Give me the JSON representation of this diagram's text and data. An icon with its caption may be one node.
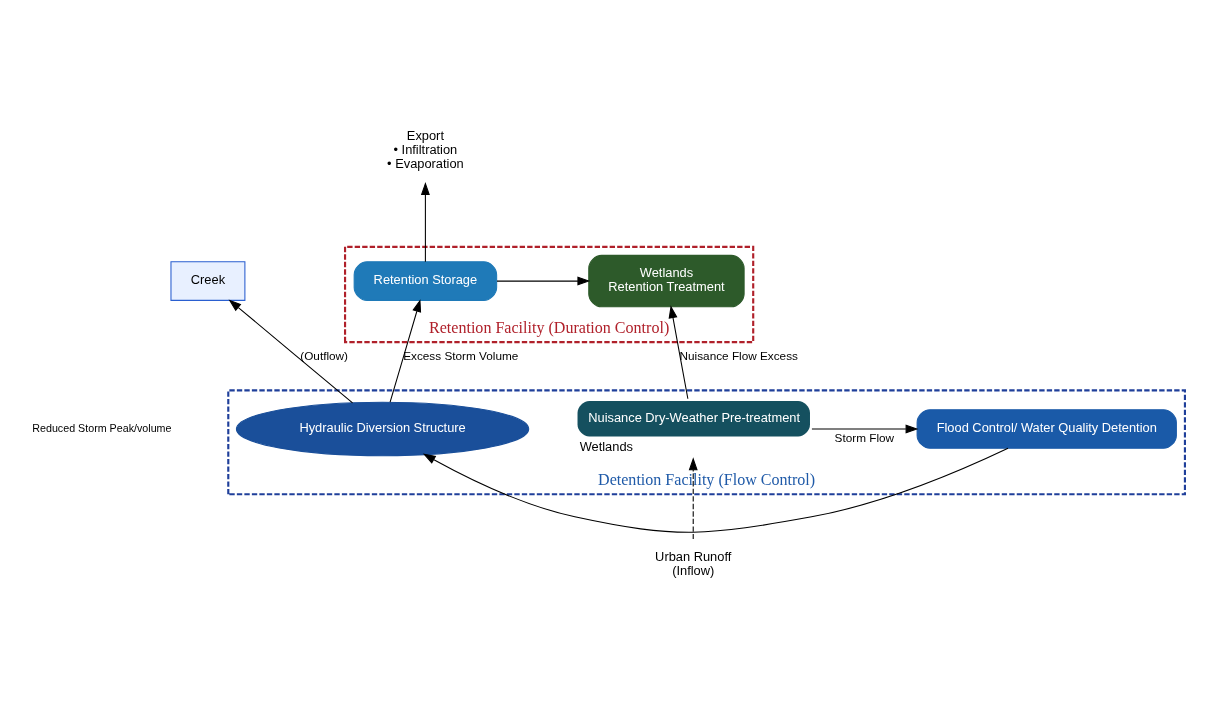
{
  "diagram": {
    "nodes": [
      {
        "text": [
          "Retention Facility (Duration Control)"
        ]
      },
      {
        "text": [
          "Wetlands",
          "Retention Treatment"
        ],
        "in": 0
      },
      {
        "text": [
          "Retention Storage"
        ],
        "in": 0
      },
      {
        "text": [
          "Export",
          "• Infiltration",
          "• Evaporation"
        ]
      },
      {
        "text": [
          "Detention Facility (Flow Control)"
        ]
      },
      {
        "text": [
          "Nuisance Dry-Weather Pre-treatment"
        ],
        "in": 4,
        "beside": [
          "Wetlands"
        ]
      },
      {
        "text": [
          "Flood Control/ Water Quality Detention"
        ],
        "in": 4
      },
      {
        "text": [
          "Hydraulic Diversion Structure"
        ],
        "in": 4
      },
      {
        "text": [
          "Urban Runoff",
          "(Inflow)"
        ]
      },
      {
        "text": [
          "Creek"
        ]
      }
    ],
    "edges": [
      {
        "from": 8,
        "to": 5,
        "arrow": "to",
        "style": "dashed"
      },
      {
        "from": 5,
        "to": 1,
        "arrow": "to",
        "label": "Nuisance Flow Excess"
      },
      {
        "from": 5,
        "to": 6,
        "arrow": "to",
        "label": "Storm Flow"
      },
      {
        "from": 6,
        "to": 7,
        "arrow": "to"
      },
      {
        "from": 7,
        "to": 2,
        "arrow": "to",
        "label": "Excess Storm Volume"
      },
      {
        "from": 2,
        "to": 1,
        "arrow": "to"
      },
      {
        "from": 2,
        "to": 3,
        "arrow": "to"
      },
      {
        "from": 7,
        "to": 9,
        "arrow": "to",
        "label": "(Outflow)"
      }
    ],
    "labels": [
      "Reduced Storm Peak/volume"
    ]
  }
}
